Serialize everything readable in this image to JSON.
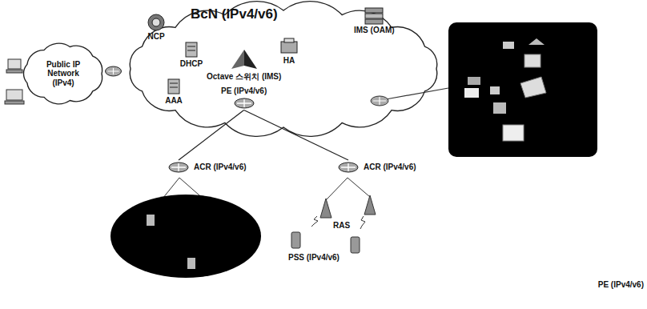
{
  "diagram": {
    "nodes": [
      {
        "text": [
          "Public IP Network (IPv4)"
        ]
      },
      {
        "text": [
          "BcN (IPv4/v6)"
        ]
      },
      {
        "text": [
          "NCP"
        ],
        "in": 1
      },
      {
        "text": [
          "DHCP"
        ],
        "in": 1
      },
      {
        "text": [
          "AAA"
        ],
        "in": 1
      },
      {
        "text": [
          "Octave 스위치 (IMS)"
        ],
        "in": 1
      },
      {
        "text": [
          "HA"
        ],
        "in": 1
      },
      {
        "text": [
          "IMS (OAM)"
        ],
        "in": 1
      },
      {
        "text": [
          "PE (IPv4/v6)"
        ],
        "in": 1
      },
      {
        "text": [
          "ACR (IPv4/v6)"
        ]
      },
      {
        "text": [
          "ACR (IPv4/v6)"
        ]
      }
    ],
    "edges": [
      {
        "from": 0,
        "to": 1,
        "arrow": "none"
      },
      {
        "from": 8,
        "to": 9,
        "arrow": "none"
      },
      {
        "from": 8,
        "to": 10,
        "arrow": "none"
      }
    ],
    "labels": [
      "RAS",
      "PSS (IPv4/v6)",
      "PE (IPv4/v6)"
    ]
  }
}
